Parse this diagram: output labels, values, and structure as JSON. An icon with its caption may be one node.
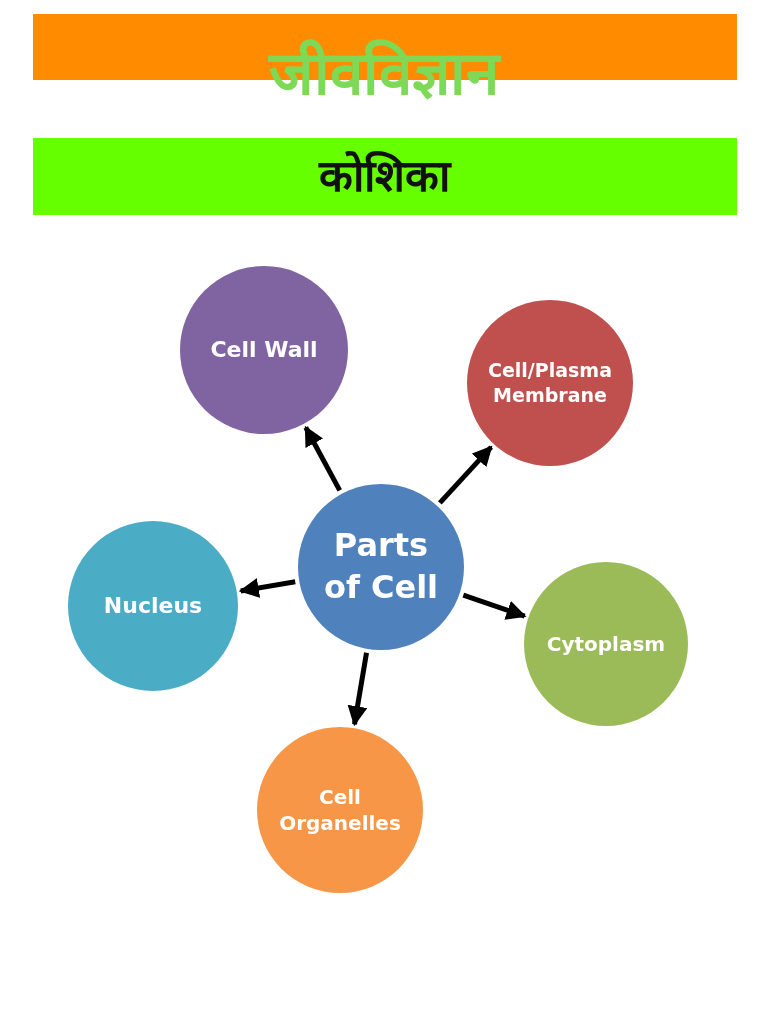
{
  "diagram": {
    "title": "जीवविज्ञान",
    "nodes": [
      {
        "text": [
          "Parts of Cell"
        ]
      },
      {
        "text": [
          "Cell Wall"
        ]
      },
      {
        "text": [
          "Cell/Plasma Membrane"
        ]
      },
      {
        "text": [
          "Nucleus"
        ]
      },
      {
        "text": [
          "Cytoplasm"
        ]
      },
      {
        "text": [
          "Cell Organelles"
        ]
      }
    ],
    "edges": [
      {
        "from": 0,
        "to": 1,
        "arrow": "to"
      },
      {
        "from": 0,
        "to": 2,
        "arrow": "to"
      },
      {
        "from": 0,
        "to": 3,
        "arrow": "to"
      },
      {
        "from": 0,
        "to": 4,
        "arrow": "to"
      },
      {
        "from": 0,
        "to": 5,
        "arrow": "to"
      }
    ],
    "labels": [
      "कोशिका"
    ]
  }
}
